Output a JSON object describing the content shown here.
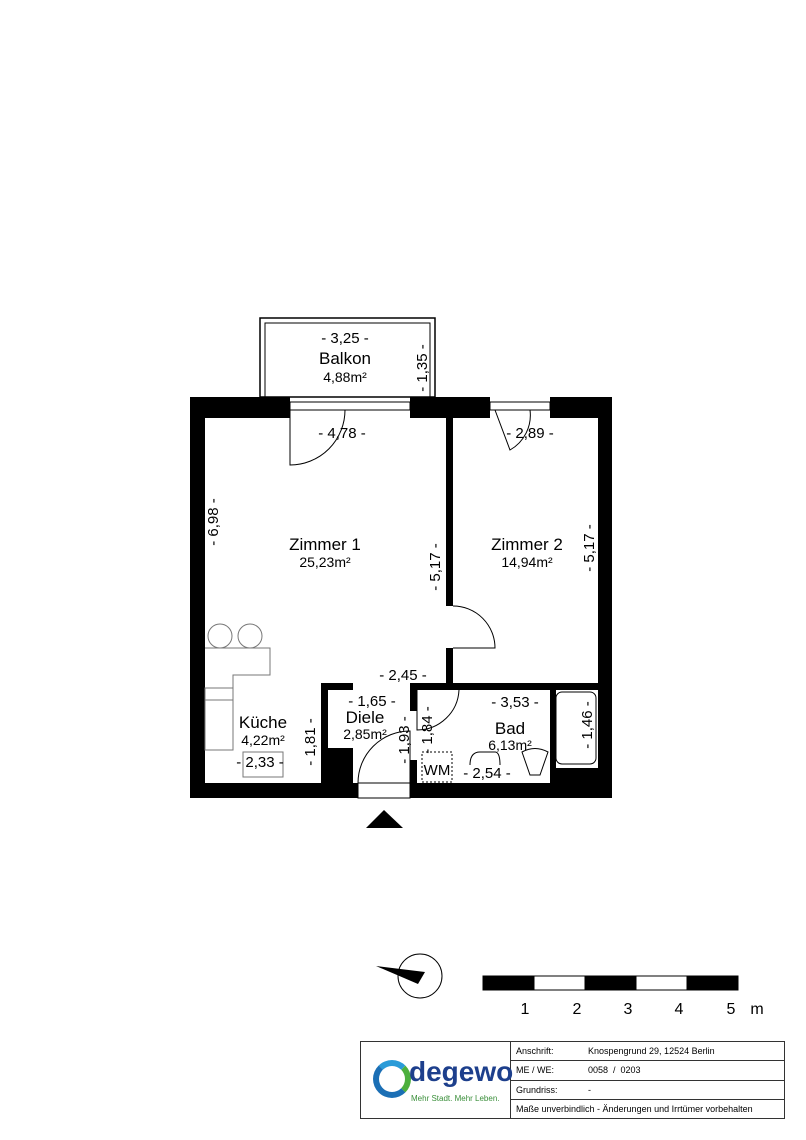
{
  "rooms": [
    {
      "name": "Balkon",
      "area": "4,88m²"
    },
    {
      "name": "Zimmer 1",
      "area": "25,23m²"
    },
    {
      "name": "Zimmer 2",
      "area": "14,94m²"
    },
    {
      "name": "Küche",
      "area": "4,22m²"
    },
    {
      "name": "Diele",
      "area": "2,85m²"
    },
    {
      "name": "Bad",
      "area": "6,13m²"
    }
  ],
  "dimensions": {
    "balkon_w": "- 3,25 -",
    "balkon_d": "- 1,35 -",
    "z1_w": "- 4,78 -",
    "z1_h": "- 6,98 -",
    "z1_h2": "- 5,17 -",
    "z2_w": "- 2,89 -",
    "z2_h": "- 5,17 -",
    "corr": "- 2,45 -",
    "diele_w": "- 1,65 -",
    "diele_h": "- 1,93 -",
    "kueche_w": "- 2,33 -",
    "kueche_h": "- 1,81 -",
    "bad_w": "- 3,53 -",
    "bad_h": "- 1,84 -",
    "bad_w2": "- 2,54 -",
    "tub": "- 1,46 -"
  },
  "fixtures": {
    "wm": "WM"
  },
  "scale": {
    "labels": [
      "1",
      "2",
      "3",
      "4",
      "5"
    ],
    "unit": "m"
  },
  "titleblock": {
    "brand": "degewo",
    "slogan": "Mehr Stadt. Mehr Leben.",
    "address_label": "Anschrift:",
    "address": "Knospengrund 29, 12524 Berlin",
    "mewe_label": "ME / WE:",
    "mewe": "0058  /  0203",
    "plan_label": "Grundriss:",
    "plan": "-",
    "disclaimer": "Maße unverbindlich - Änderungen und Irrtümer vorbehalten"
  }
}
